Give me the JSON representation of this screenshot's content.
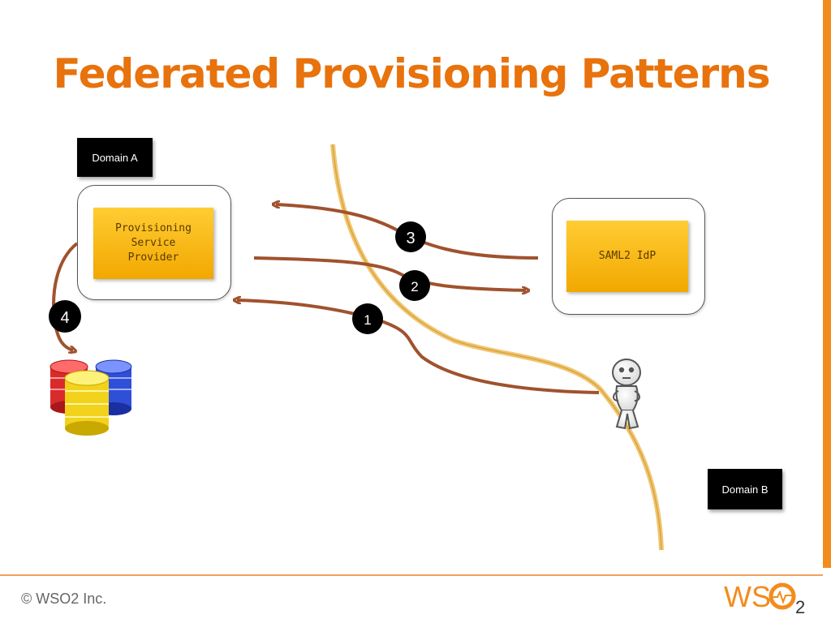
{
  "slide": {
    "title": "Federated Provisioning Patterns",
    "footer": "© WSO2 Inc.",
    "logo_text": "WS",
    "logo_sub": "2"
  },
  "diagram": {
    "domain_a": "Domain A",
    "domain_b": "Domain B",
    "service_provider": "Provisioning\nService\nProvider",
    "idp": "SAML2 IdP",
    "steps": [
      "1",
      "2",
      "3",
      "4"
    ]
  },
  "colors": {
    "title": "#e8720c",
    "accent_bar": "#f28c1e",
    "arrow": "#a0522d",
    "boundary": "#f0c060"
  },
  "icons": [
    "database-stack-icon",
    "user-figure-icon",
    "wso2-logo"
  ]
}
